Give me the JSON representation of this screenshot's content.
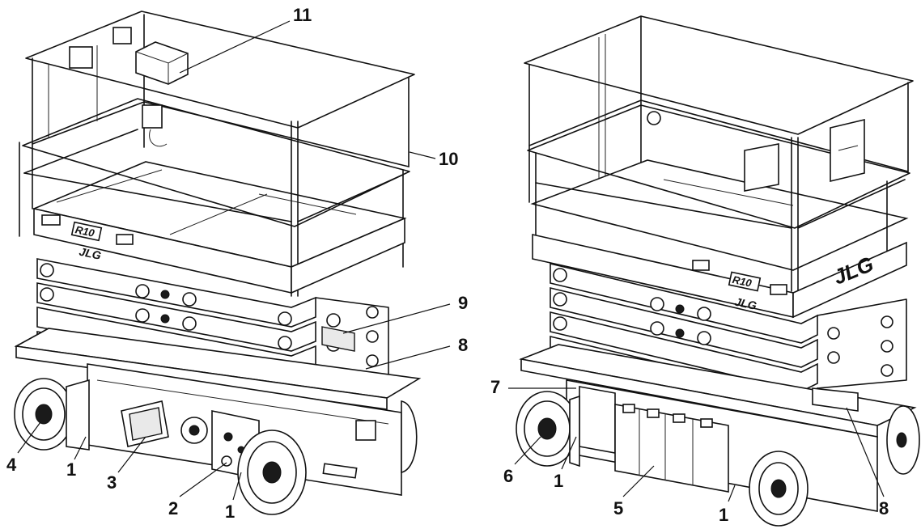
{
  "figure": {
    "brand_mark": "JLG",
    "model_mark": "R10",
    "left_view": {
      "callouts": [
        "11",
        "10",
        "9",
        "8",
        "4",
        "1",
        "3",
        "2",
        "1"
      ]
    },
    "right_view": {
      "callouts": [
        "7",
        "6",
        "1",
        "5",
        "1",
        "8"
      ]
    }
  }
}
